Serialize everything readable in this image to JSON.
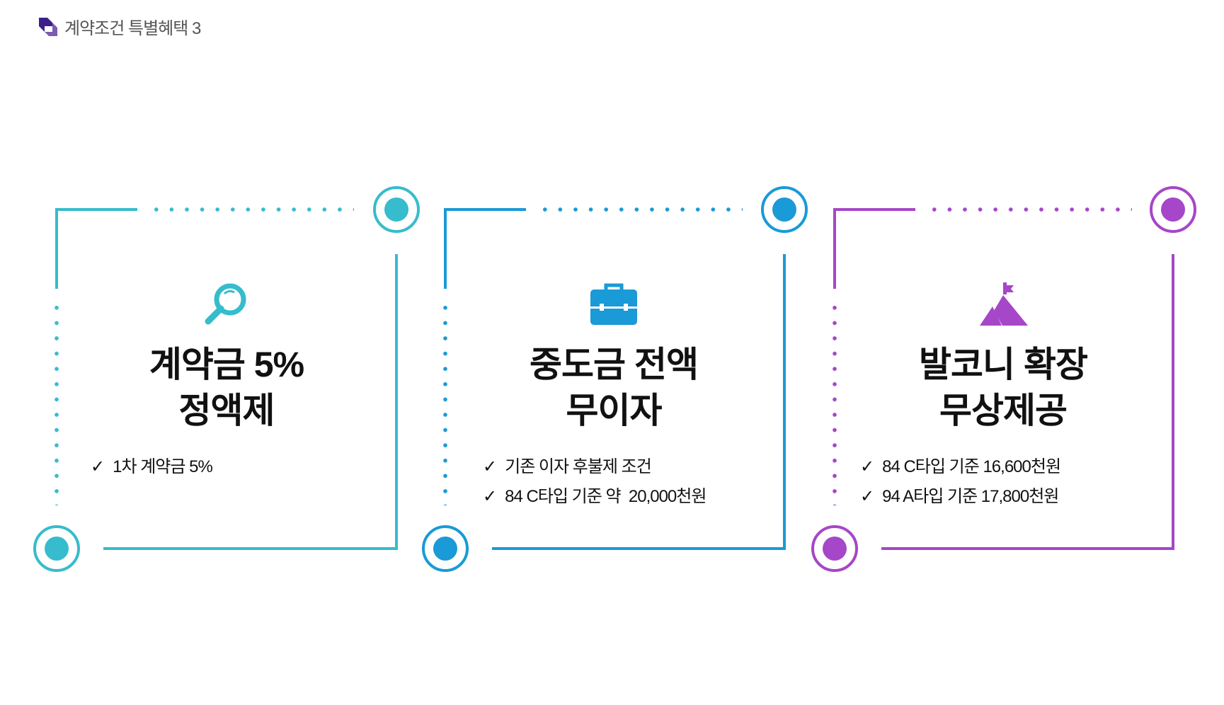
{
  "header": {
    "title": "계약조건 특별혜택 3",
    "icon": "logo-icon"
  },
  "colors": {
    "teal": "#36bccc",
    "blue": "#1a9ad6",
    "purple": "#a646c8"
  },
  "cards": [
    {
      "icon": "magnifier-icon",
      "title_line1": "계약금 5%",
      "title_line2": "정액제",
      "bullets": [
        "1차 계약금 5%"
      ]
    },
    {
      "icon": "briefcase-icon",
      "title_line1": "중도금 전액",
      "title_line2": "무이자",
      "bullets": [
        "기존 이자 후불제 조건",
        "84 C타입 기준 약  20,000천원"
      ]
    },
    {
      "icon": "mountain-flag-icon",
      "title_line1": "발코니 확장",
      "title_line2": "무상제공",
      "bullets": [
        "84 C타입 기준 16,600천원",
        "94 A타입 기준 17,800천원"
      ]
    }
  ],
  "check_mark": "✓"
}
